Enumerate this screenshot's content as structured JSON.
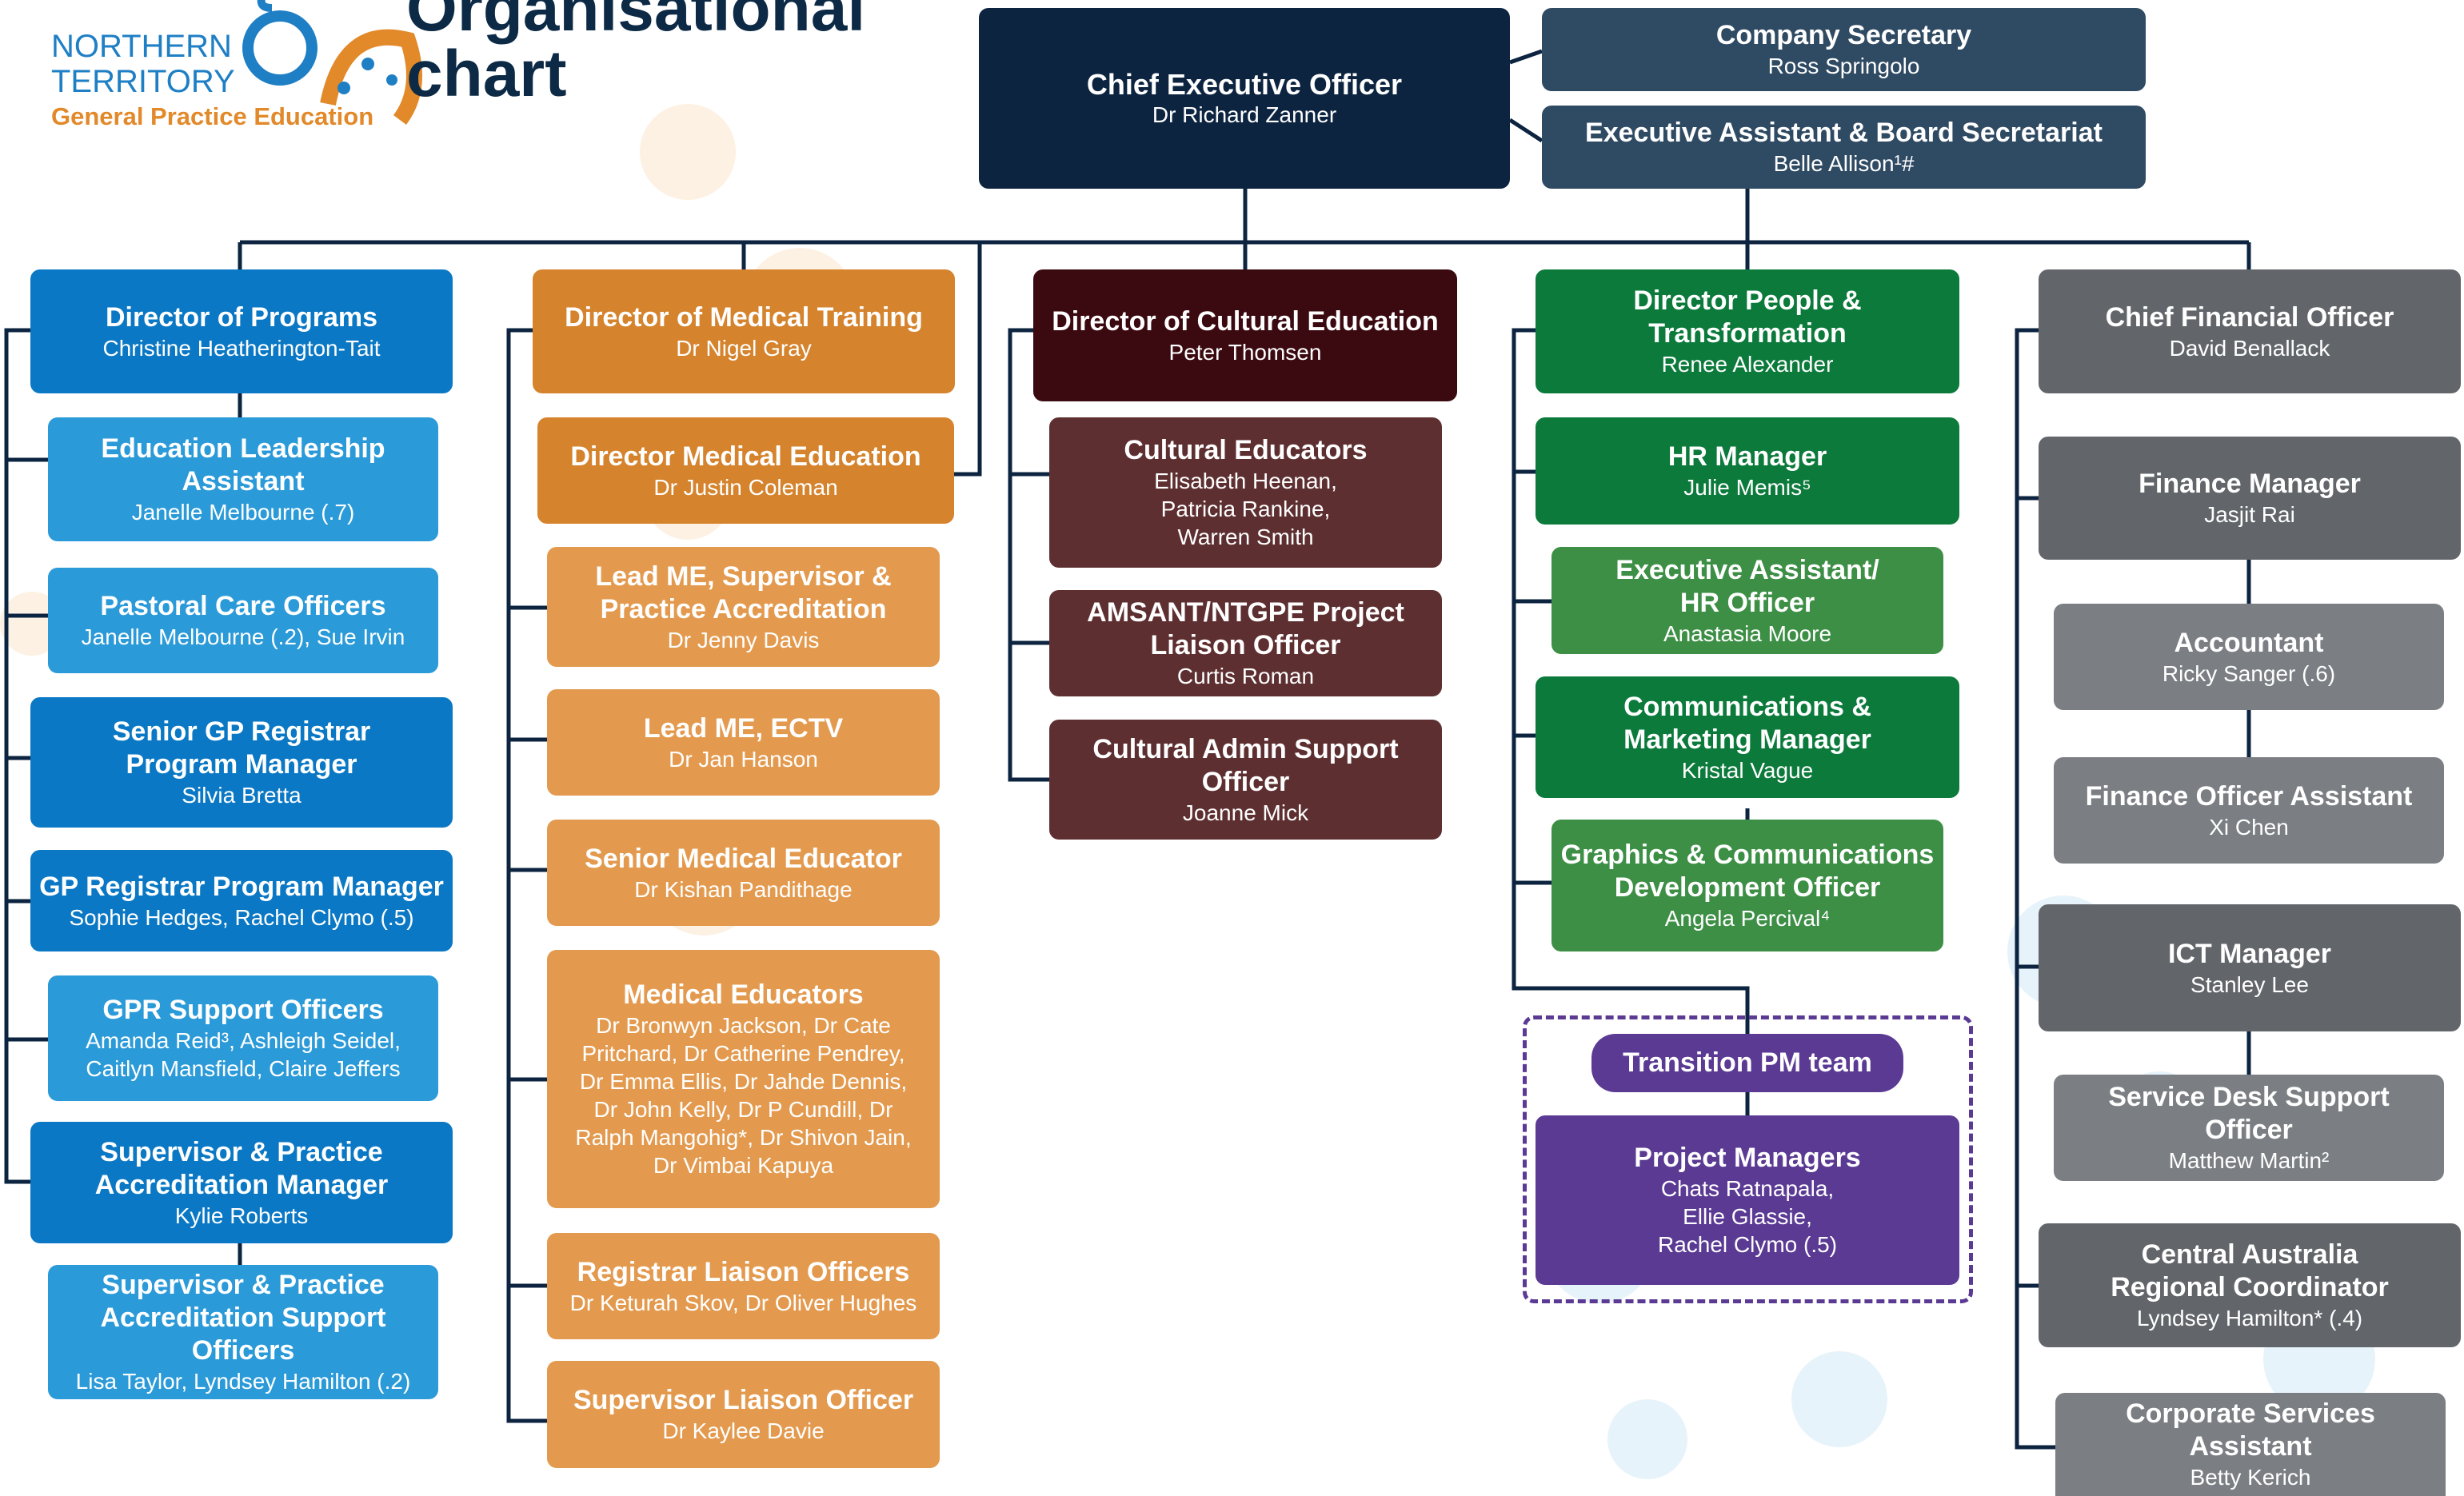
{
  "title": "Organisational\nchart",
  "logo": {
    "line1": "NORTHERN",
    "line2": "TERRITORY",
    "line3": "General Practice Education"
  },
  "colors": {
    "navy": "#0c2440",
    "slate": "#2f4a63",
    "blue_dark": "#0a78c4",
    "blue_light": "#2b9ad8",
    "orange_dark": "#d5832c",
    "orange_light": "#e39a4e",
    "maroon_dark": "#3b0a10",
    "maroon": "#5e2f31",
    "green_dark": "#0b7a3b",
    "green_light": "#3d8f46",
    "grey_dark": "#62666a",
    "grey_light": "#7b7f83",
    "purple": "#5b3a94",
    "line": "#0c2440"
  },
  "top": {
    "ceo": {
      "title": "Chief Executive Officer",
      "name": "Dr Richard Zanner"
    },
    "company_secretary": {
      "title": "Company Secretary",
      "name": "Ross Springolo"
    },
    "exec_assistant": {
      "title": "Executive Assistant & Board Secretariat",
      "name": "Belle Allison¹#"
    }
  },
  "columns": {
    "programs": [
      {
        "title": "Director of Programs",
        "name": "Christine Heatherington-Tait"
      },
      {
        "title": "Education Leadership\nAssistant",
        "name": "Janelle Melbourne (.7)"
      },
      {
        "title": "Pastoral Care Officers",
        "name": "Janelle Melbourne (.2), Sue Irvin"
      },
      {
        "title": "Senior GP Registrar\nProgram Manager",
        "name": "Silvia Bretta"
      },
      {
        "title": "GP Registrar Program Manager",
        "name": "Sophie Hedges, Rachel Clymo (.5)"
      },
      {
        "title": "GPR Support Officers",
        "name": "Amanda Reid³, Ashleigh Seidel,\nCaitlyn Mansfield, Claire Jeffers"
      },
      {
        "title": "Supervisor & Practice\nAccreditation Manager",
        "name": "Kylie Roberts"
      },
      {
        "title": "Supervisor & Practice\nAccreditation Support\nOfficers",
        "name": "Lisa Taylor, Lyndsey Hamilton (.2)"
      }
    ],
    "medical": [
      {
        "title": "Director of Medical Training",
        "name": "Dr Nigel Gray"
      },
      {
        "title": "Director Medical Education",
        "name": "Dr Justin Coleman"
      },
      {
        "title": "Lead ME, Supervisor &\nPractice Accreditation",
        "name": "Dr Jenny Davis"
      },
      {
        "title": "Lead ME, ECTV",
        "name": "Dr Jan Hanson"
      },
      {
        "title": "Senior Medical Educator",
        "name": "Dr Kishan Pandithage"
      },
      {
        "title": "Medical Educators",
        "name": "Dr Bronwyn Jackson, Dr Cate\nPritchard, Dr Catherine Pendrey,\nDr Emma Ellis, Dr Jahde Dennis,\nDr John Kelly, Dr P Cundill, Dr\nRalph Mangohig*, Dr Shivon Jain,\nDr Vimbai Kapuya"
      },
      {
        "title": "Registrar Liaison Officers",
        "name": "Dr Keturah Skov, Dr Oliver Hughes"
      },
      {
        "title": "Supervisor Liaison Officer",
        "name": "Dr Kaylee Davie"
      }
    ],
    "cultural": [
      {
        "title": "Director of Cultural Education",
        "name": "Peter Thomsen"
      },
      {
        "title": "Cultural Educators",
        "name": "Elisabeth Heenan,\nPatricia Rankine,\nWarren Smith"
      },
      {
        "title": "AMSANT/NTGPE Project\nLiaison Officer",
        "name": "Curtis Roman"
      },
      {
        "title": "Cultural Admin Support\nOfficer",
        "name": "Joanne Mick"
      }
    ],
    "people": [
      {
        "title": "Director People &\nTransformation",
        "name": "Renee Alexander"
      },
      {
        "title": "HR Manager",
        "name": "Julie Memis⁵"
      },
      {
        "title": "Executive Assistant/\nHR Officer",
        "name": "Anastasia Moore"
      },
      {
        "title": "Communications &\nMarketing Manager",
        "name": "Kristal Vague"
      },
      {
        "title": "Graphics & Communications\nDevelopment Officer",
        "name": "Angela Percival⁴"
      }
    ],
    "transition": {
      "label": "Transition PM team",
      "box": {
        "title": "Project Managers",
        "name": "Chats Ratnapala,\nEllie Glassie,\nRachel Clymo (.5)"
      }
    },
    "finance": [
      {
        "title": "Chief Financial Officer",
        "name": "David Benallack"
      },
      {
        "title": "Finance Manager",
        "name": "Jasjit Rai"
      },
      {
        "title": "Accountant",
        "name": "Ricky Sanger (.6)"
      },
      {
        "title": "Finance Officer Assistant",
        "name": "Xi Chen"
      },
      {
        "title": "ICT Manager",
        "name": "Stanley Lee"
      },
      {
        "title": "Service Desk Support\nOfficer",
        "name": "Matthew Martin²"
      },
      {
        "title": "Central Australia\nRegional Coordinator",
        "name": "Lyndsey Hamilton* (.4)"
      },
      {
        "title": "Corporate Services\nAssistant",
        "name": "Betty Kerich"
      }
    ]
  }
}
